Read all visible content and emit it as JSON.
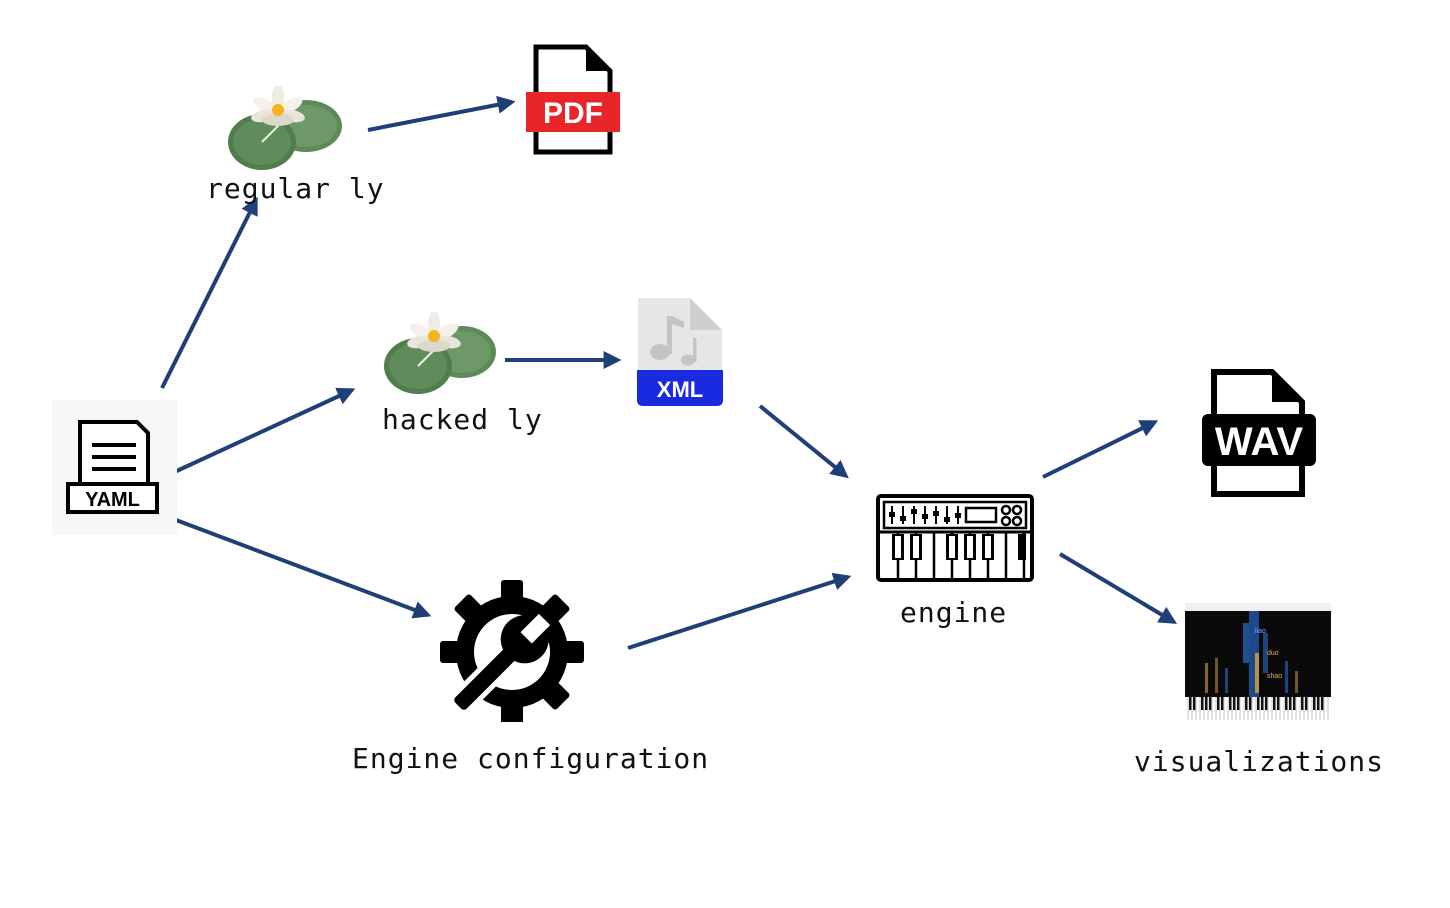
{
  "labels": {
    "regular_ly": "regular ly",
    "hacked_ly": "hacked ly",
    "engine": "engine",
    "engine_configuration": "Engine configuration",
    "visualizations": "visualizations"
  },
  "icons": {
    "yaml": "YAML",
    "pdf": "PDF",
    "xml": "XML",
    "wav": "WAV",
    "vis_words": [
      "liao",
      "duo",
      "shao"
    ]
  },
  "colors": {
    "arrow": "#1f3f78",
    "pdf_red": "#e8262a",
    "xml_blue": "#1a2ae0",
    "lily_pad": "#5e8a5a",
    "lily_pad_dark": "#3f6a40",
    "lily_flower": "#f4f1ea",
    "lily_center": "#f2b51a",
    "black": "#000000",
    "xml_file_grey": "#e3e3e3",
    "vis_bg": "#0a0a0a",
    "vis_blue": "#2a6dc8",
    "vis_gold": "#d9a441"
  }
}
